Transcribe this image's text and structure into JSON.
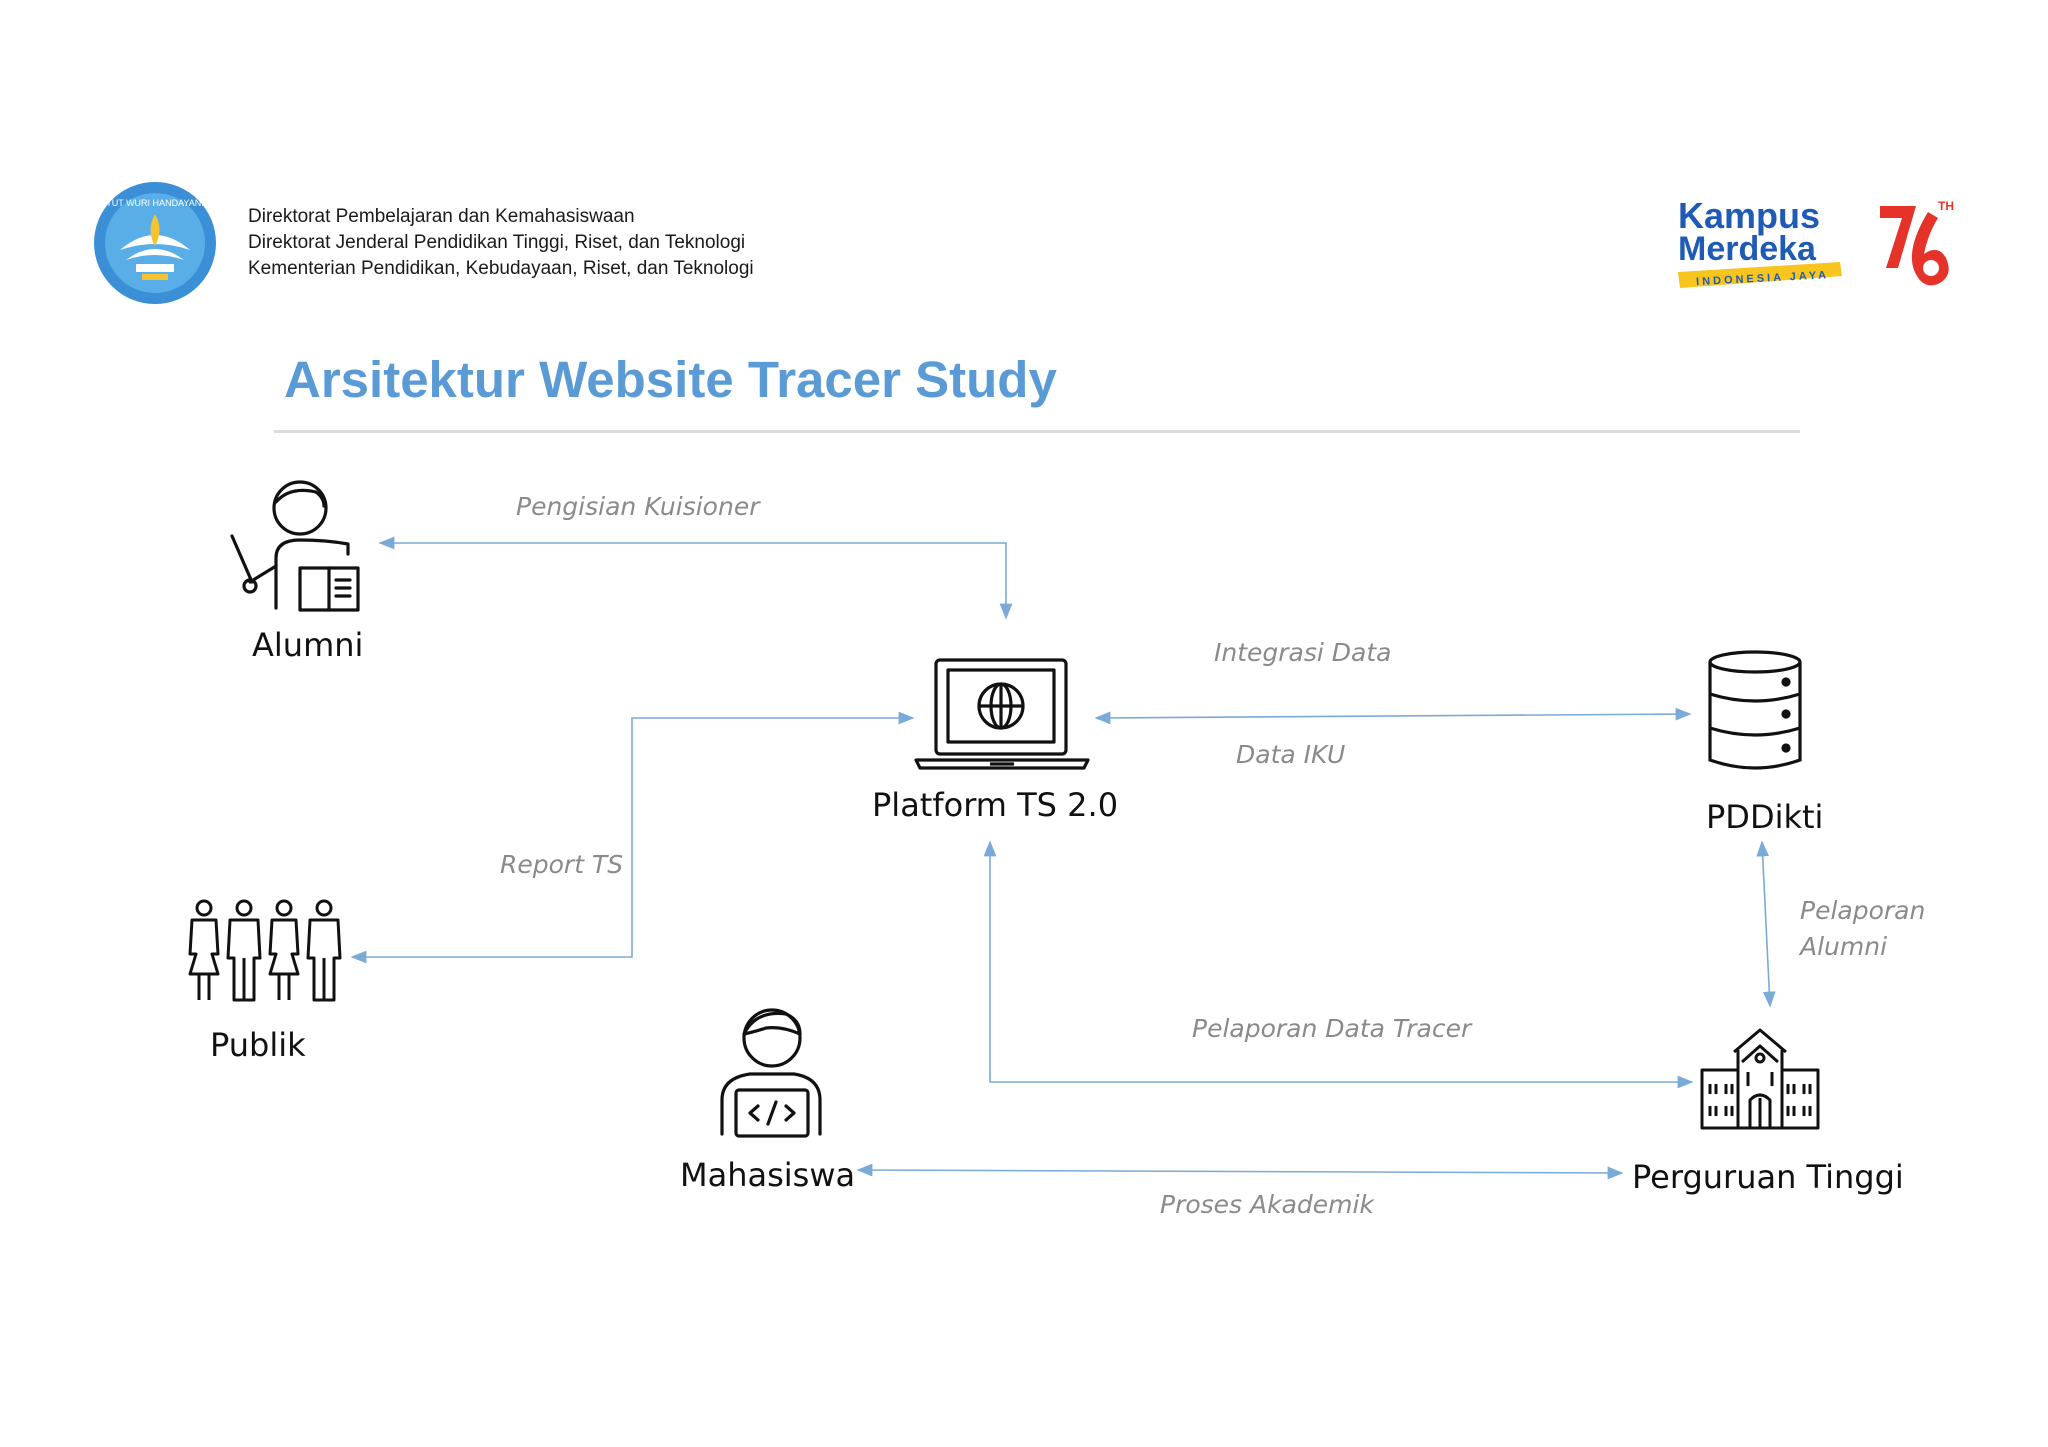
{
  "header": {
    "lines": [
      "Direktorat Pembelajaran dan Kemahasiswaan",
      "Direktorat Jenderal Pendidikan Tinggi, Riset, dan Teknologi",
      "Kementerian Pendidikan, Kebudayaan, Riset, dan Teknologi"
    ],
    "emblem_text": "TUT WURI HANDAYANI",
    "kampus_logo": {
      "line1": "Kampus",
      "line2": "Merdeka",
      "tagline": "INDONESIA JAYA"
    },
    "anniversary_logo": {
      "number": "76",
      "suffix": "TH"
    }
  },
  "title": "Arsitektur Website Tracer Study",
  "nodes": {
    "alumni": "Alumni",
    "platform": "Platform TS 2.0",
    "pddikti": "PDDikti",
    "publik": "Publik",
    "mahasiswa": "Mahasiswa",
    "perguruan": "Perguruan Tinggi"
  },
  "edges": {
    "pengisian": "Pengisian Kuisioner",
    "integrasi": "Integrasi Data",
    "data_iku": "Data IKU",
    "report": "Report TS",
    "pelaporan_alumni_1": "Pelaporan",
    "pelaporan_alumni_2": "Alumni",
    "pelaporan_tracer": "Pelaporan Data Tracer",
    "proses": "Proses Akademik"
  },
  "colors": {
    "title": "#5b9bd5",
    "connector": "#7aaad6",
    "edge_label": "#8a8a8a",
    "kampus_blue": "#1f5bb5",
    "kampus_yellow": "#f7c51e",
    "anniversary_red": "#e63329"
  }
}
